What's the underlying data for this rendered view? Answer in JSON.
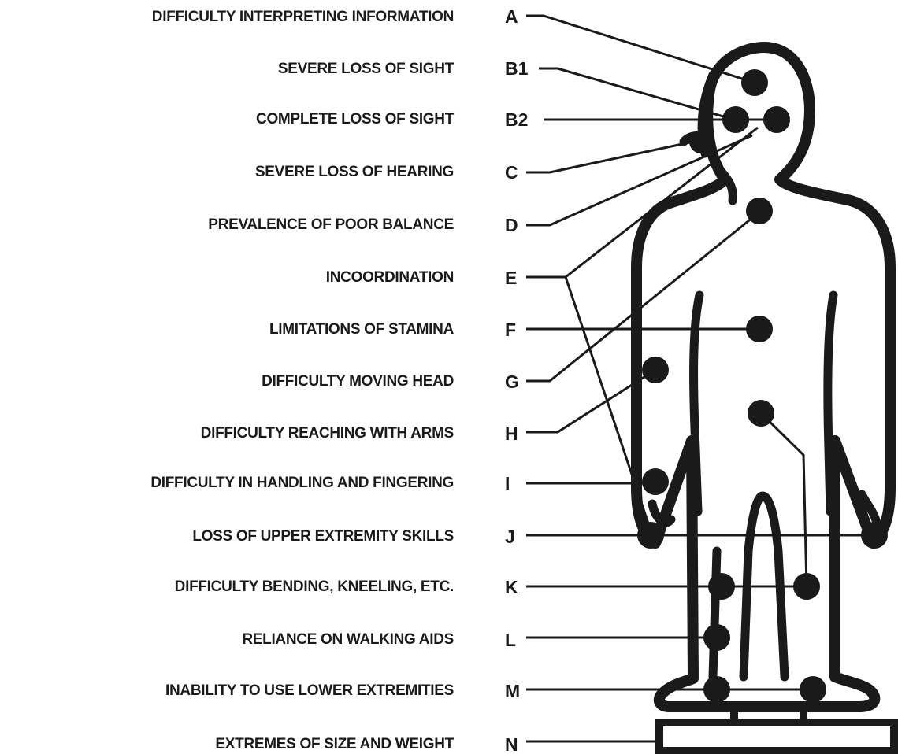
{
  "rows": [
    {
      "label": "DIFFICULTY INTERPRETING INFORMATION",
      "code": "A"
    },
    {
      "label": "SEVERE LOSS OF SIGHT",
      "code": "B1"
    },
    {
      "label": "COMPLETE LOSS OF SIGHT",
      "code": "B2"
    },
    {
      "label": "SEVERE LOSS OF HEARING",
      "code": "C"
    },
    {
      "label": "PREVALENCE OF POOR BALANCE",
      "code": "D"
    },
    {
      "label": "INCOORDINATION",
      "code": "E"
    },
    {
      "label": "LIMITATIONS OF STAMINA",
      "code": "F"
    },
    {
      "label": "DIFFICULTY MOVING HEAD",
      "code": "G"
    },
    {
      "label": "DIFFICULTY REACHING WITH ARMS",
      "code": "H"
    },
    {
      "label": "DIFFICULTY IN HANDLING AND FINGERING",
      "code": "I"
    },
    {
      "label": "LOSS OF UPPER EXTREMITY SKILLS",
      "code": "J"
    },
    {
      "label": "DIFFICULTY BENDING, KNEELING, ETC.",
      "code": "K"
    },
    {
      "label": "RELIANCE ON WALKING AIDS",
      "code": "L"
    },
    {
      "label": "INABILITY TO USE LOWER EXTREMITIES",
      "code": "M"
    },
    {
      "label": "EXTREMES OF SIZE AND WEIGHT",
      "code": "N"
    }
  ],
  "colors": {
    "ink": "#1a1a1a",
    "background": "#ffffff"
  }
}
